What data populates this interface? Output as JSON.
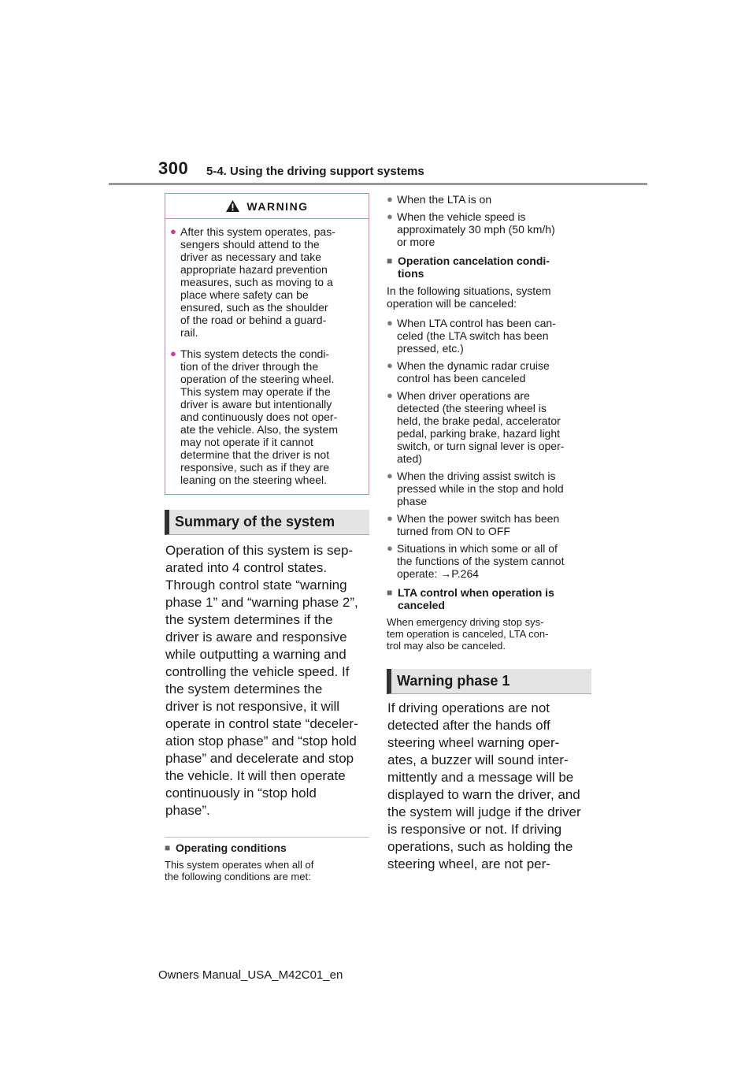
{
  "header": {
    "page_number": "300",
    "section_title": "5-4. Using the driving support systems"
  },
  "warning": {
    "title": "WARNING",
    "items": [
      "After this system operates, pas-\nsengers should attend to the\ndriver as necessary and take\nappropriate hazard prevention\nmeasures, such as moving to a\nplace where safety can be\nensured, such as the shoulder\nof the road or behind a guard-\nrail.",
      "This system detects the condi-\ntion of the driver through the\noperation of the steering wheel.\nThis system may operate if the\ndriver is aware but intentionally\nand continuously does not oper-\nate the vehicle. Also, the system\nmay not operate if it cannot\ndetermine that the driver is not\nresponsive, such as if they are\nleaning on the steering wheel."
    ]
  },
  "summary": {
    "heading": "Summary of the system",
    "body": "Operation of this system is sep-\narated into 4 control states.\nThrough control state “warning\nphase 1” and “warning phase 2”,\nthe system determines if the\ndriver is aware and responsive\nwhile outputting a warning and\ncontrolling the vehicle speed. If\nthe system determines the\ndriver is not responsive, it will\noperate in control state “deceler-\nation stop phase” and “stop hold\nphase” and decelerate and stop\nthe vehicle. It will then operate\ncontinuously in “stop hold\nphase”."
  },
  "operating_conditions": {
    "heading": "Operating conditions",
    "intro": "This system operates when all of\nthe following conditions are met:",
    "items": [
      "When the LTA is on",
      "When the vehicle speed is\napproximately 30 mph (50 km/h)\nor more"
    ]
  },
  "cancelation": {
    "heading": "Operation cancelation condi-\ntions",
    "intro": "In the following situations, system\noperation will be canceled:",
    "items": [
      "When LTA control has been can-\nceled (the LTA switch has been\npressed, etc.)",
      "When the dynamic radar cruise\ncontrol has been canceled",
      "When driver operations are\ndetected (the steering wheel is\nheld, the brake pedal, accelerator\npedal, parking brake, hazard light\nswitch, or turn signal lever is oper-\nated)",
      "When the driving assist switch is\npressed while in the stop and hold\nphase",
      "When the power switch has been\nturned from ON to OFF",
      "Situations in which some or all of\nthe functions of the system cannot\noperate: →P.264"
    ]
  },
  "lta_control": {
    "heading": "LTA control when operation is\ncanceled",
    "body": "When emergency driving stop sys-\ntem operation is canceled, LTA con-\ntrol may also be canceled."
  },
  "warning_phase1": {
    "heading": "Warning phase 1",
    "body": "If driving operations are not\ndetected after the hands off\nsteering wheel warning oper-\nates, a buzzer will sound inter-\nmittently and a message will be\ndisplayed to warn the driver, and\nthe system will judge if the driver\nis responsive or not. If driving\noperations, such as holding the\nsteering wheel, are not per-"
  },
  "footer": {
    "text": "Owners Manual_USA_M42C01_en"
  },
  "colors": {
    "warning_border": "#d97fb4",
    "bullet_pink": "#d0399a",
    "section_bar_bg": "#e3e3e3"
  },
  "icons": {
    "warning": "warning-triangle-icon",
    "bullet": "circle-bullet-icon",
    "square": "square-bullet-icon"
  }
}
